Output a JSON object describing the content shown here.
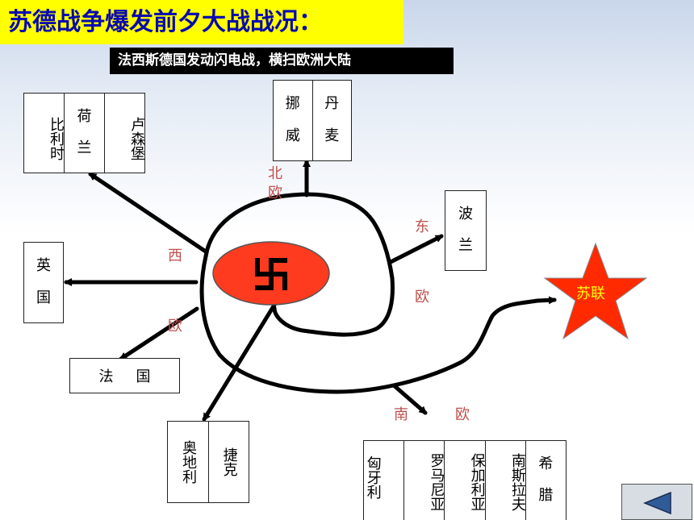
{
  "title": "苏德战争爆发前夕大战战况：",
  "subtitle": "法西斯德国发动闪电战，横扫欧洲大陆",
  "boxes": {
    "west_low": [
      "比利时",
      "荷兰",
      "卢森堡"
    ],
    "north": [
      "挪威",
      "丹麦"
    ],
    "east": "波兰",
    "uk": "英国",
    "france": "法国",
    "central": [
      "奥地利",
      "捷克"
    ],
    "south": [
      "匈牙利",
      "罗马尼亚",
      "保加利亚",
      "南斯拉夫",
      "希腊"
    ]
  },
  "texts": {
    "b_belgium": "比利时",
    "b_holland_1": "荷",
    "b_holland_2": "兰",
    "b_lux": "卢森堡",
    "b_norway_1": "挪",
    "b_norway_2": "威",
    "b_denmark_1": "丹",
    "b_denmark_2": "麦",
    "b_poland_1": "波",
    "b_poland_2": "兰",
    "b_uk_1": "英",
    "b_uk_2": "国",
    "b_france": "法国",
    "b_austria": "奥地利",
    "b_czech": "捷克",
    "b_hungary": "匈牙利",
    "b_romania": "罗马尼亚",
    "b_bulgaria": "保加利亚",
    "b_yugoslavia": "南斯拉夫",
    "b_greece_1": "希",
    "b_greece_2": "腊"
  },
  "directions": {
    "north_1": "北",
    "north_2": "欧",
    "east_1": "东",
    "east_2": "欧",
    "west_1": "西",
    "west_2": "欧",
    "south_1": "南",
    "south_2": "欧"
  },
  "ussr_label": "苏联",
  "colors": {
    "title_bg": "#ffff00",
    "title_text": "#0a0ab0",
    "direction_text": "#c0504d",
    "germany_fill": "#ff3b1f",
    "ussr_fill": "#ff2a00",
    "ussr_text": "#ffff00"
  },
  "icons": {
    "center": "swastika-icon",
    "target": "star-icon",
    "back": "back-triangle-icon"
  }
}
